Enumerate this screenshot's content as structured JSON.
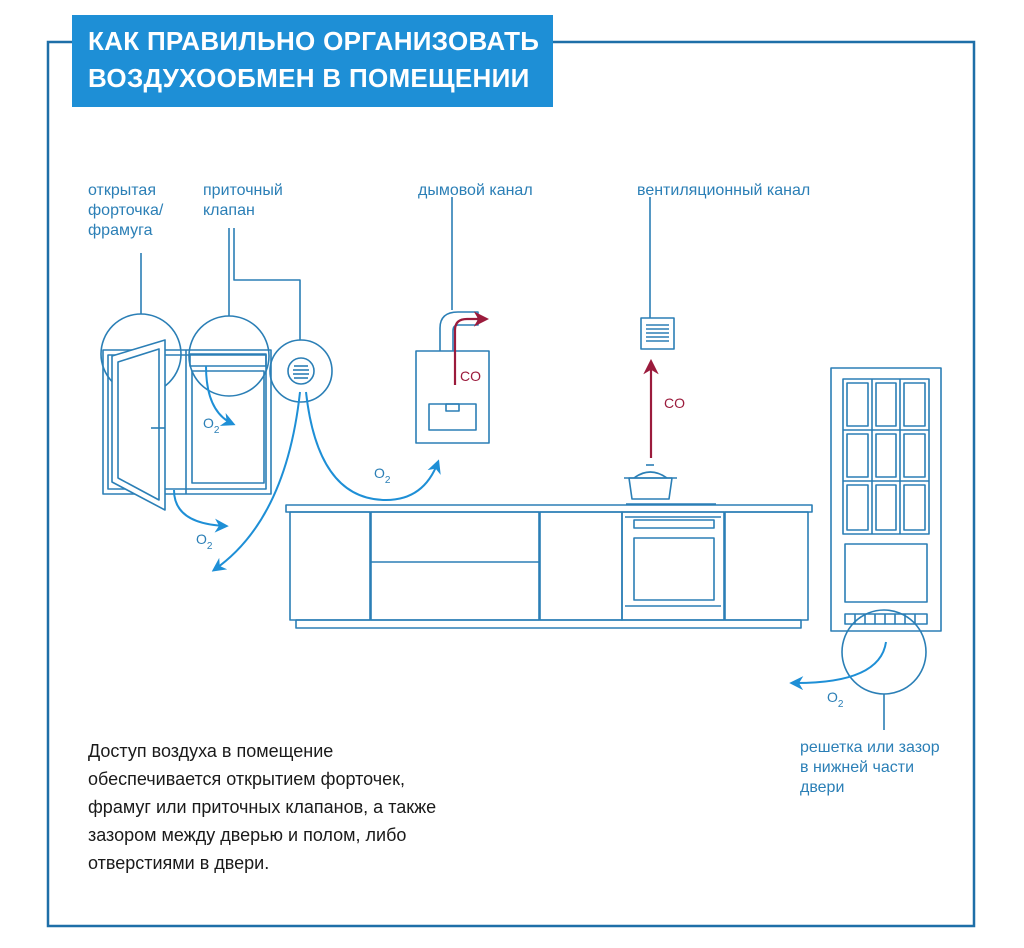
{
  "title": {
    "line1": "КАК ПРАВИЛЬНО ОРГАНИЗОВАТЬ",
    "line2": "ВОЗДУХООБМЕН В ПОМЕЩЕНИИ"
  },
  "labels": {
    "window": [
      "открытая",
      "форточка/",
      "фрамуга"
    ],
    "valve": [
      "приточный",
      "клапан"
    ],
    "smoke": "дымовой канал",
    "vent": "вентиляционный канал",
    "door": [
      "решетка или зазор",
      "в нижней части",
      "двери"
    ]
  },
  "gas": {
    "o2_main": "O",
    "o2_sub": "2",
    "co": "CO"
  },
  "description": [
    "Доступ воздуха в помещение",
    "обеспечивается открытием форточек,",
    "фрамуг или приточных клапанов, а также",
    "зазором между дверью и полом, либо",
    "отверстиями в двери."
  ],
  "colors": {
    "accent": "#1e8fd6",
    "line": "#2b7fb6",
    "co_arrow": "#9b1b3c",
    "text": "#1a1a1a"
  }
}
